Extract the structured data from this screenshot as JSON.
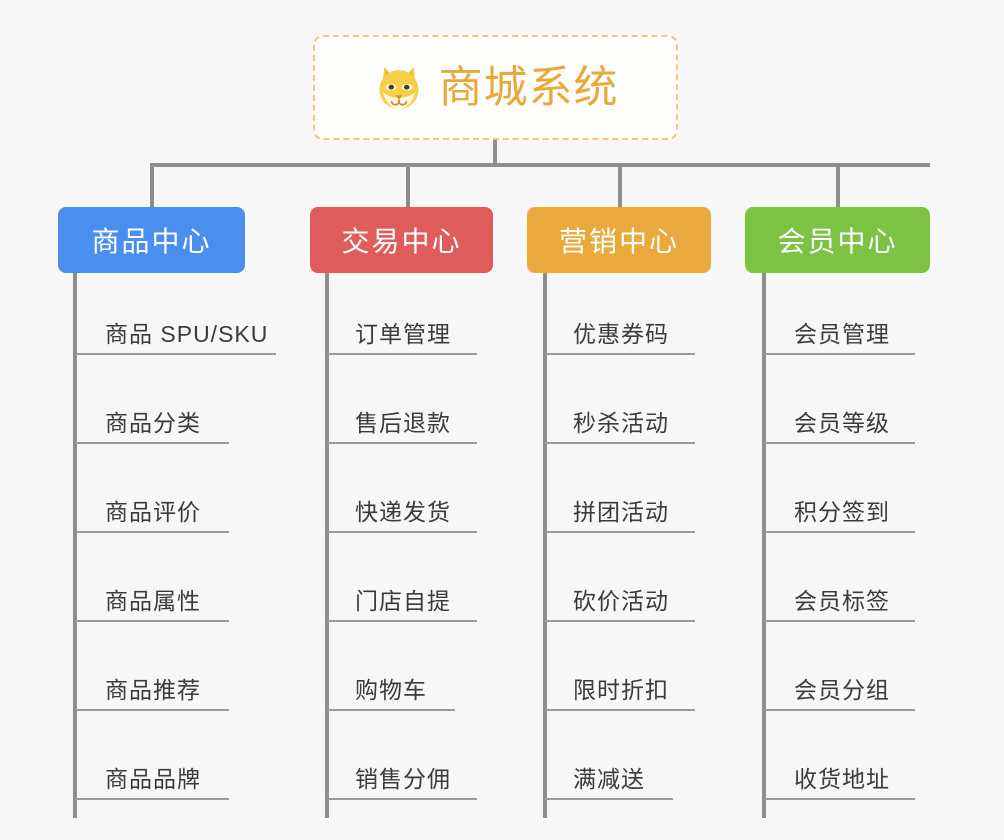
{
  "page": {
    "background_color": "#f7f7f7",
    "line_color": "#8e8e8e",
    "underline_color": "#9a9a9a",
    "leaf_text_color": "#3b3b3b"
  },
  "root": {
    "title": "商城系统",
    "icon": "shiba-dog-face-icon",
    "title_color": "#e9a93a",
    "border_color": "#edc885",
    "card_background": "#fdfdfc"
  },
  "categories": [
    {
      "label": "商品中心",
      "color": "#4a8ef0",
      "items": [
        "商品 SPU/SKU",
        "商品分类",
        "商品评价",
        "商品属性",
        "商品推荐",
        "商品品牌"
      ]
    },
    {
      "label": "交易中心",
      "color": "#e05b5b",
      "items": [
        "订单管理",
        "售后退款",
        "快递发货",
        "门店自提",
        "购物车",
        "销售分佣"
      ]
    },
    {
      "label": "营销中心",
      "color": "#eaa93c",
      "items": [
        "优惠券码",
        "秒杀活动",
        "拼团活动",
        "砍价活动",
        "限时折扣",
        "满减送"
      ]
    },
    {
      "label": "会员中心",
      "color": "#7cc243",
      "items": [
        "会员管理",
        "会员等级",
        "积分签到",
        "会员标签",
        "会员分组",
        "收货地址"
      ]
    }
  ]
}
